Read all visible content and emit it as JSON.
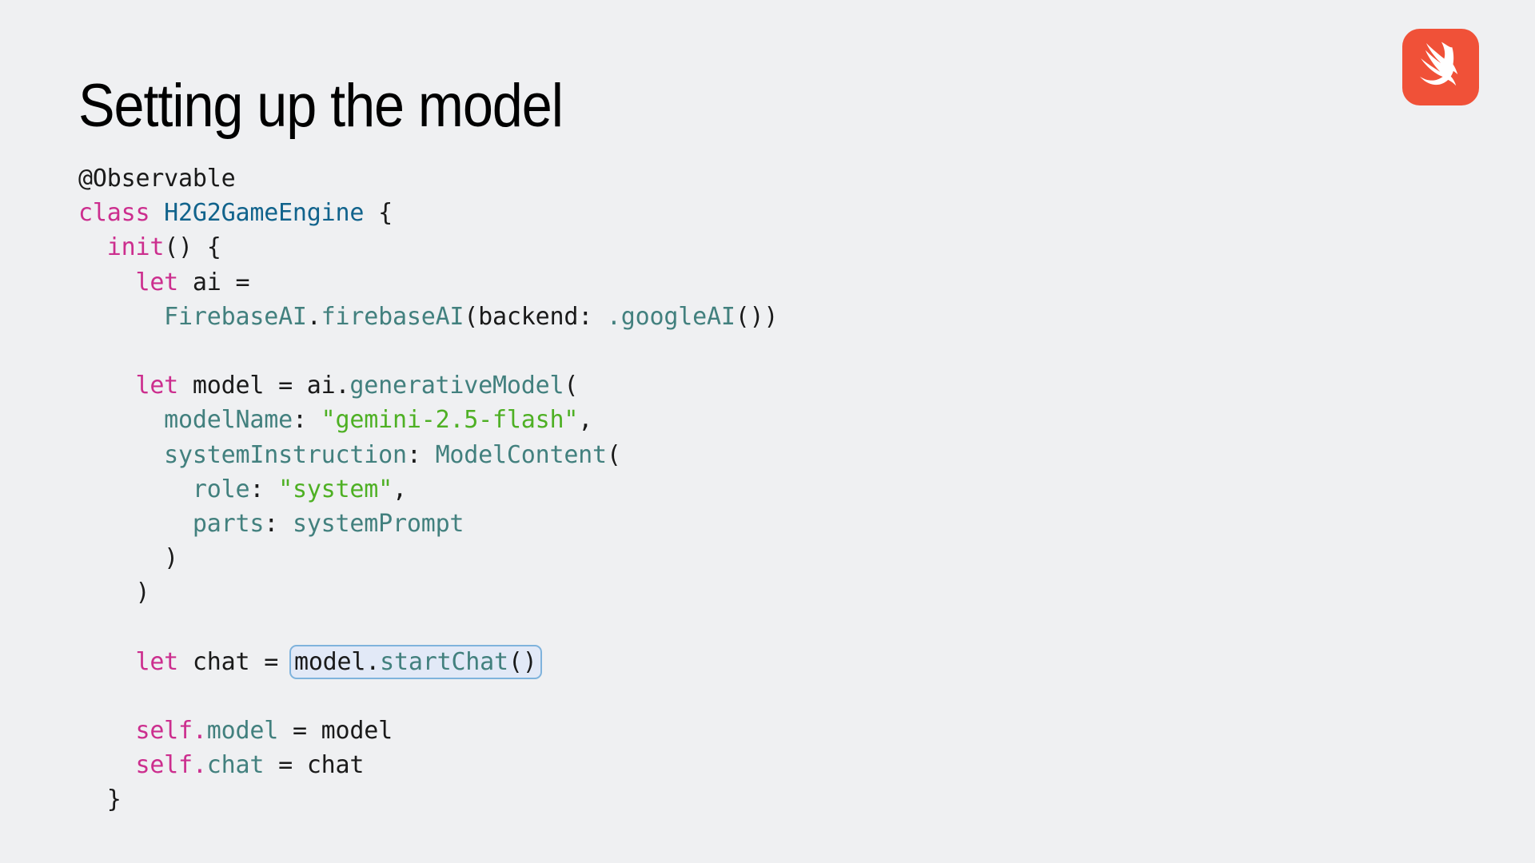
{
  "slide": {
    "title": "Setting up the model",
    "background_color": "#eff0f2"
  },
  "logo": {
    "name": "swift-logo",
    "background_color": "#f05138",
    "glyph_color": "#ffffff"
  },
  "syntax_colors": {
    "plain": "#1a1a1a",
    "keyword": "#cc2e8e",
    "type": "#11638c",
    "member": "#42807e",
    "string": "#4eb024",
    "highlight_fill": "#e2e9f7",
    "highlight_border": "#7fb3dc"
  },
  "code": {
    "language": "swift",
    "plain_text": "@Observable\nclass H2G2GameEngine {\n  init() {\n    let ai =\n      FirebaseAI.firebaseAI(backend: .googleAI())\n\n    let model = ai.generativeModel(\n      modelName: \"gemini-2.5-flash\",\n      systemInstruction: ModelContent(\n        role: \"system\",\n        parts: systemPrompt\n      )\n    )\n\n    let chat = model.startChat()\n\n    self.model = model\n    self.chat = chat\n  }",
    "highlighted_expression": "model.startChat()",
    "lines": [
      {
        "n": 1,
        "tokens": [
          {
            "t": "@Observable",
            "c": "attr"
          }
        ]
      },
      {
        "n": 2,
        "tokens": [
          {
            "t": "class ",
            "c": "keyword"
          },
          {
            "t": "H2G2GameEngine",
            "c": "type"
          },
          {
            "t": " {",
            "c": "plain"
          }
        ]
      },
      {
        "n": 3,
        "tokens": [
          {
            "t": "  ",
            "c": "plain"
          },
          {
            "t": "init",
            "c": "keyword"
          },
          {
            "t": "() {",
            "c": "plain"
          }
        ]
      },
      {
        "n": 4,
        "tokens": [
          {
            "t": "    ",
            "c": "plain"
          },
          {
            "t": "let",
            "c": "keyword"
          },
          {
            "t": " ai =",
            "c": "plain"
          }
        ]
      },
      {
        "n": 5,
        "tokens": [
          {
            "t": "      ",
            "c": "plain"
          },
          {
            "t": "FirebaseAI",
            "c": "member"
          },
          {
            "t": ".",
            "c": "plain"
          },
          {
            "t": "firebaseAI",
            "c": "member"
          },
          {
            "t": "(backend: ",
            "c": "plain"
          },
          {
            "t": ".googleAI",
            "c": "member"
          },
          {
            "t": "())",
            "c": "plain"
          }
        ]
      },
      {
        "n": 6,
        "tokens": []
      },
      {
        "n": 7,
        "tokens": [
          {
            "t": "    ",
            "c": "plain"
          },
          {
            "t": "let",
            "c": "keyword"
          },
          {
            "t": " model = ai.",
            "c": "plain"
          },
          {
            "t": "generativeModel",
            "c": "member"
          },
          {
            "t": "(",
            "c": "plain"
          }
        ]
      },
      {
        "n": 8,
        "tokens": [
          {
            "t": "      ",
            "c": "plain"
          },
          {
            "t": "modelName",
            "c": "member"
          },
          {
            "t": ": ",
            "c": "plain"
          },
          {
            "t": "\"gemini-2.5-flash\"",
            "c": "string"
          },
          {
            "t": ",",
            "c": "plain"
          }
        ]
      },
      {
        "n": 9,
        "tokens": [
          {
            "t": "      ",
            "c": "plain"
          },
          {
            "t": "systemInstruction",
            "c": "member"
          },
          {
            "t": ": ",
            "c": "plain"
          },
          {
            "t": "ModelContent",
            "c": "member"
          },
          {
            "t": "(",
            "c": "plain"
          }
        ]
      },
      {
        "n": 10,
        "tokens": [
          {
            "t": "        ",
            "c": "plain"
          },
          {
            "t": "role",
            "c": "member"
          },
          {
            "t": ": ",
            "c": "plain"
          },
          {
            "t": "\"system\"",
            "c": "string"
          },
          {
            "t": ",",
            "c": "plain"
          }
        ]
      },
      {
        "n": 11,
        "tokens": [
          {
            "t": "        ",
            "c": "plain"
          },
          {
            "t": "parts",
            "c": "member"
          },
          {
            "t": ": ",
            "c": "plain"
          },
          {
            "t": "systemPrompt",
            "c": "member"
          }
        ]
      },
      {
        "n": 12,
        "tokens": [
          {
            "t": "      )",
            "c": "plain"
          }
        ]
      },
      {
        "n": 13,
        "tokens": [
          {
            "t": "    )",
            "c": "plain"
          }
        ]
      },
      {
        "n": 14,
        "tokens": []
      },
      {
        "n": 15,
        "tokens": [
          {
            "t": "    ",
            "c": "plain"
          },
          {
            "t": "let",
            "c": "keyword"
          },
          {
            "t": " chat = ",
            "c": "plain"
          },
          {
            "t": "HL_START",
            "c": "hl-open"
          },
          {
            "t": "model",
            "c": "plain"
          },
          {
            "t": ".",
            "c": "plain"
          },
          {
            "t": "startChat",
            "c": "member"
          },
          {
            "t": "()",
            "c": "plain"
          },
          {
            "t": "HL_END",
            "c": "hl-close"
          }
        ]
      },
      {
        "n": 16,
        "tokens": []
      },
      {
        "n": 17,
        "tokens": [
          {
            "t": "    ",
            "c": "plain"
          },
          {
            "t": "self",
            "c": "keyword"
          },
          {
            "t": ".",
            "c": "keyword"
          },
          {
            "t": "model",
            "c": "member"
          },
          {
            "t": " = model",
            "c": "plain"
          }
        ]
      },
      {
        "n": 18,
        "tokens": [
          {
            "t": "    ",
            "c": "plain"
          },
          {
            "t": "self",
            "c": "keyword"
          },
          {
            "t": ".",
            "c": "keyword"
          },
          {
            "t": "chat",
            "c": "member"
          },
          {
            "t": " = chat",
            "c": "plain"
          }
        ]
      },
      {
        "n": 19,
        "tokens": [
          {
            "t": "  }",
            "c": "plain"
          }
        ]
      }
    ]
  }
}
